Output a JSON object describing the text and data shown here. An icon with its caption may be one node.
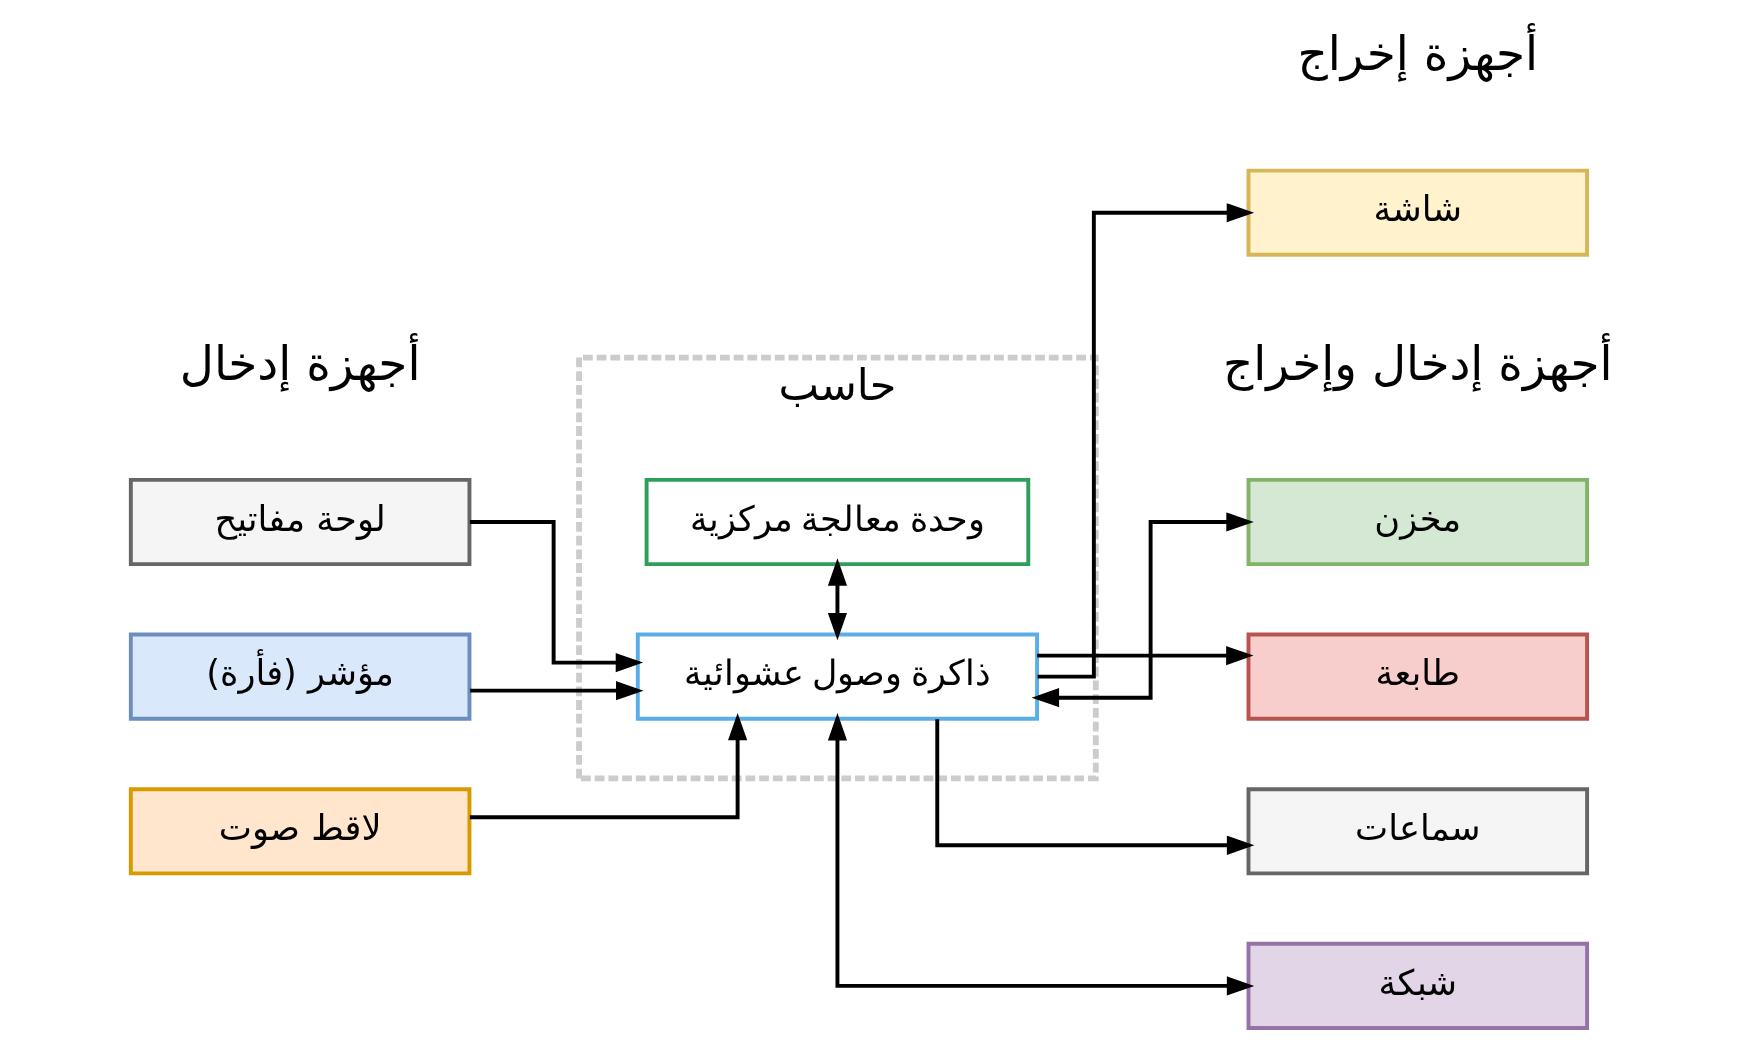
{
  "diagram": {
    "nodes": [
      {
        "text": [
          "حاسب"
        ]
      },
      {
        "text": [
          "وحدة معالجة مركزية"
        ],
        "in": 0
      },
      {
        "text": [
          "ذاكرة وصول عشوائية"
        ],
        "in": 0
      },
      {
        "text": [
          "لوحة مفاتيح"
        ]
      },
      {
        "text": [
          "مؤشر (فأرة)"
        ]
      },
      {
        "text": [
          "لاقط صوت"
        ]
      },
      {
        "text": [
          "شاشة"
        ]
      },
      {
        "text": [
          "طابعة"
        ]
      },
      {
        "text": [
          "سماعات"
        ]
      },
      {
        "text": [
          "مخزن"
        ]
      },
      {
        "text": [
          "شبكة"
        ]
      }
    ],
    "edges": [
      {
        "from": 1,
        "to": 2,
        "arrow": "both"
      },
      {
        "from": 3,
        "to": 2,
        "arrow": "to"
      },
      {
        "from": 4,
        "to": 2,
        "arrow": "to"
      },
      {
        "from": 5,
        "to": 2,
        "arrow": "to"
      },
      {
        "from": 2,
        "to": 6,
        "arrow": "to"
      },
      {
        "from": 2,
        "to": 7,
        "arrow": "to"
      },
      {
        "from": 2,
        "to": 8,
        "arrow": "to"
      },
      {
        "from": 2,
        "to": 9,
        "arrow": "both"
      },
      {
        "from": 2,
        "to": 10,
        "arrow": "both"
      }
    ],
    "labels": [
      "أجهزة إدخال",
      "أجهزة إخراج",
      "أجهزة إدخال وإخراج"
    ]
  }
}
